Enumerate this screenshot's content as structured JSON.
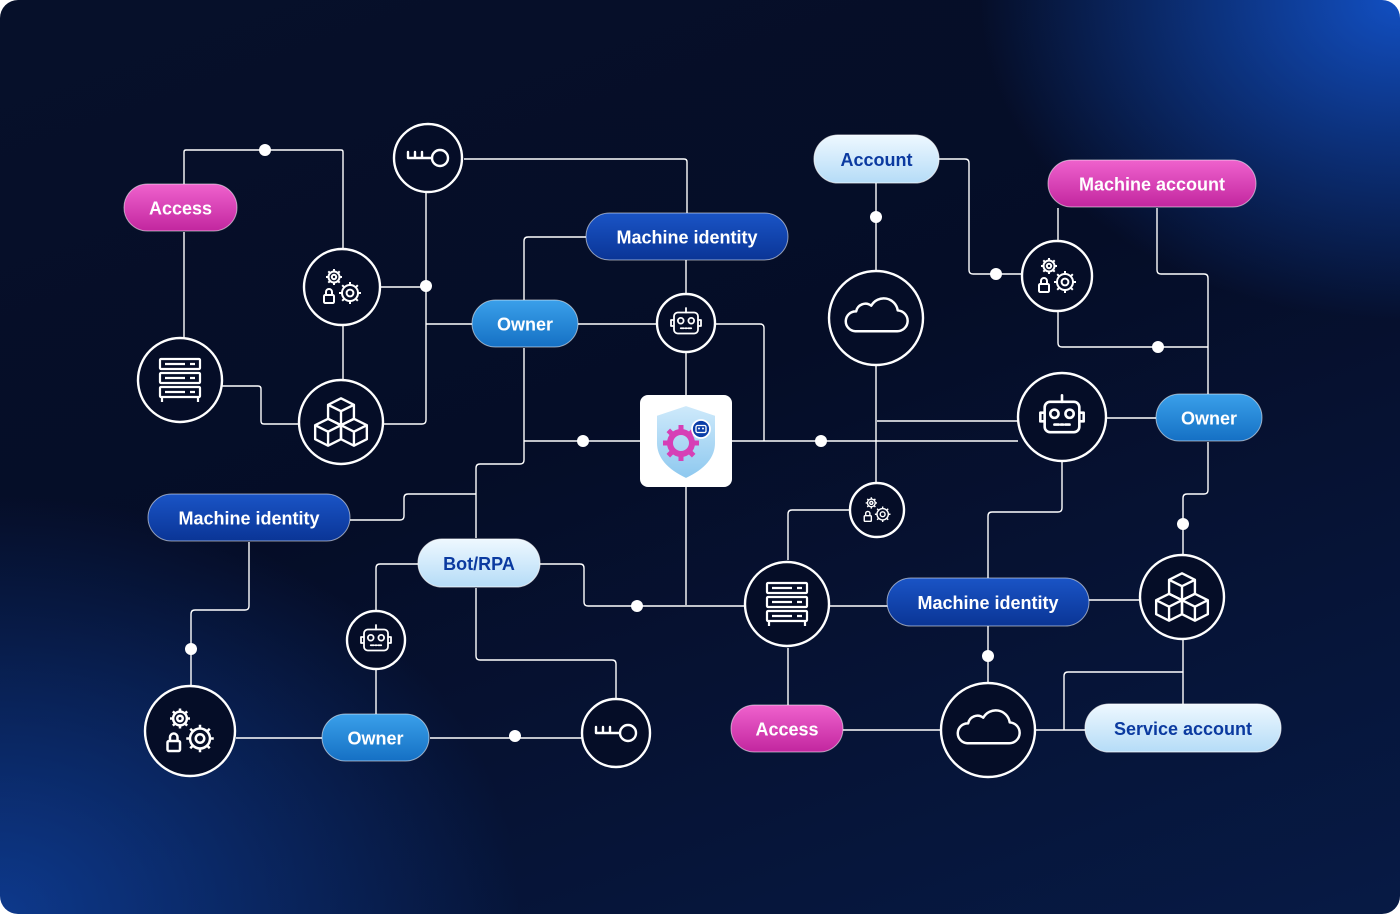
{
  "colors": {
    "background": "#050d27",
    "line": "#ffffff",
    "pill_magenta": "#d63fb6",
    "pill_blue_dark": "#0b3ea8",
    "pill_blue_mid": "#1f86d6",
    "pill_light": "#cfe9fb",
    "hub_bg": "#ffffff",
    "hub_shield": "#a9d8f5",
    "hub_gear": "#d63fb6"
  },
  "labels": {
    "access_top": "Access",
    "machine_identity_top": "Machine identity",
    "owner_top": "Owner",
    "account": "Account",
    "machine_account": "Machine account",
    "owner_right": "Owner",
    "machine_identity_left": "Machine identity",
    "bot_rpa": "Bot/RPA",
    "machine_identity_bottom": "Machine identity",
    "owner_bottom": "Owner",
    "access_bottom": "Access",
    "service_account": "Service account"
  },
  "icons": {
    "key": "key-icon",
    "gears_lock": "gears-lock-icon",
    "server": "server-icon",
    "cubes": "cubes-icon",
    "robot": "robot-icon",
    "cloud": "cloud-icon",
    "hub": "shield-gear-robot-icon"
  }
}
